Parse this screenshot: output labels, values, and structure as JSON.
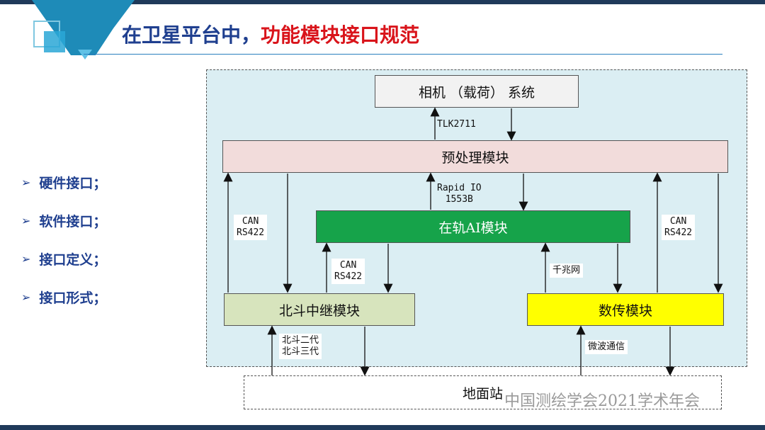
{
  "slide": {
    "title_part1": "在卫星平台中，",
    "title_part2": "功能模块接口规范",
    "accent_color": "#1f3f8f",
    "highlight_color": "#d9141b"
  },
  "bullets": [
    {
      "label": "硬件接口；",
      "icon": "arrowhead-bullet-icon"
    },
    {
      "label": "软件接口；",
      "icon": "arrowhead-bullet-icon"
    },
    {
      "label": "接口定义；",
      "icon": "arrowhead-bullet-icon"
    },
    {
      "label": "接口形式；",
      "icon": "arrowhead-bullet-icon"
    }
  ],
  "diagram": {
    "nodes": {
      "camera": "相机 （载荷） 系统",
      "preprocess": "预处理模块",
      "ai": "在轨AI模块",
      "beidou": "北斗中继模块",
      "datatx": "数传模块",
      "ground": "地面站"
    },
    "links": {
      "camera_pre": "TLK2711",
      "pre_ai": "Rapid IO\n1553B",
      "pre_beidou": "CAN\nRS422",
      "pre_datatx": "CAN\nRS422",
      "ai_beidou": "CAN\nRS422",
      "ai_datatx": "千兆网",
      "beidou_ground": "北斗二代\n北斗三代",
      "datatx_ground": "微波通信"
    },
    "colors": {
      "panel": "#dbeef3",
      "camera": "#f2f2f2",
      "preprocess": "#f2dcdb",
      "ai": "#16a34a",
      "beidou": "#d7e4bd",
      "datatx": "#ffff00"
    }
  },
  "watermark": "中国测绘学会2021学术年会"
}
